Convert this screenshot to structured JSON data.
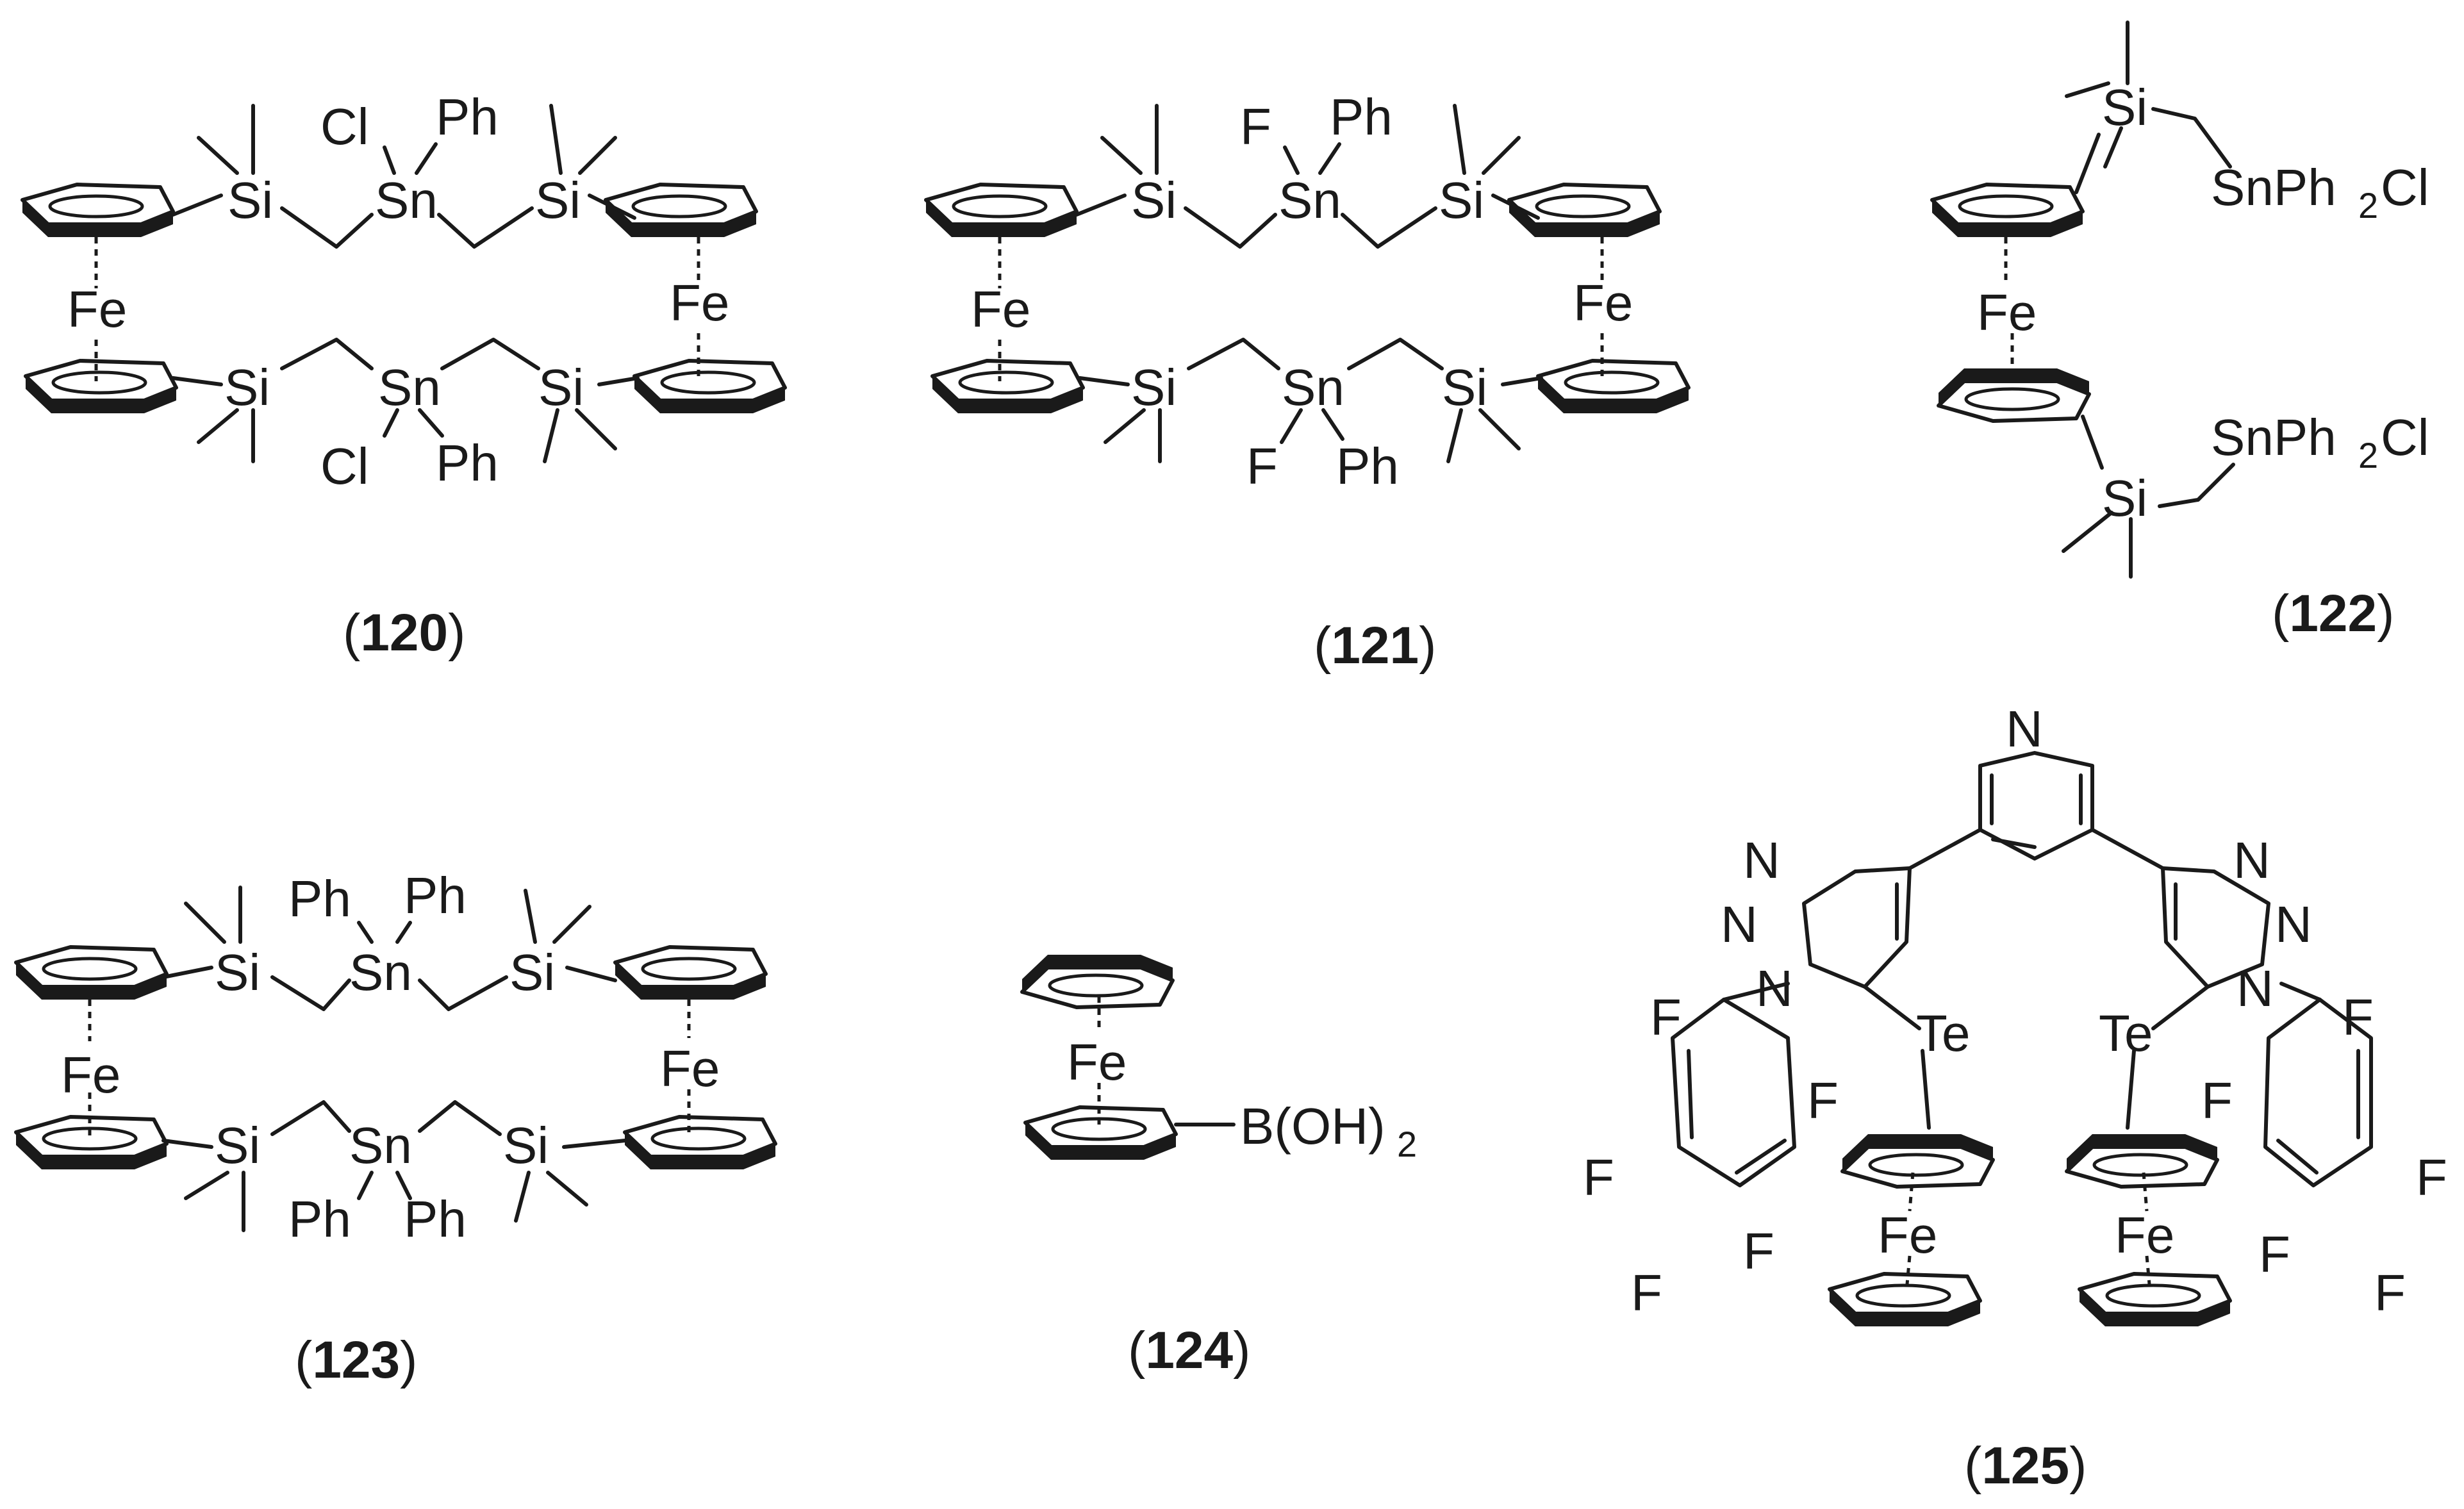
{
  "compounds": [
    {
      "number": "120",
      "atoms": [
        "Cl",
        "Ph",
        "Si",
        "Sn",
        "Si",
        "Fe",
        "Fe",
        "Si",
        "Sn",
        "Si",
        "Cl",
        "Ph"
      ]
    },
    {
      "number": "121",
      "atoms": [
        "F",
        "Ph",
        "Si",
        "Sn",
        "Si",
        "Fe",
        "Fe",
        "Si",
        "Sn",
        "Si",
        "F",
        "Ph"
      ]
    },
    {
      "number": "122",
      "atoms": [
        "Si",
        "SnPh",
        "2",
        "Cl",
        "Fe",
        "SnPh",
        "2",
        "Cl",
        "Si"
      ]
    },
    {
      "number": "123",
      "atoms": [
        "Ph",
        "Ph",
        "Si",
        "Sn",
        "Si",
        "Fe",
        "Fe",
        "Si",
        "Sn",
        "Si",
        "Ph",
        "Ph"
      ]
    },
    {
      "number": "124",
      "atoms": [
        "Fe",
        "B(OH)",
        "2"
      ]
    },
    {
      "number": "125",
      "atoms": [
        "N",
        "N",
        "N",
        "N",
        "N",
        "N",
        "N",
        "Te",
        "Te",
        "Fe",
        "Fe",
        "F",
        "F",
        "F",
        "F",
        "F",
        "F",
        "F",
        "F",
        "F",
        "F"
      ]
    }
  ],
  "caption_open": "(",
  "caption_close": ")"
}
